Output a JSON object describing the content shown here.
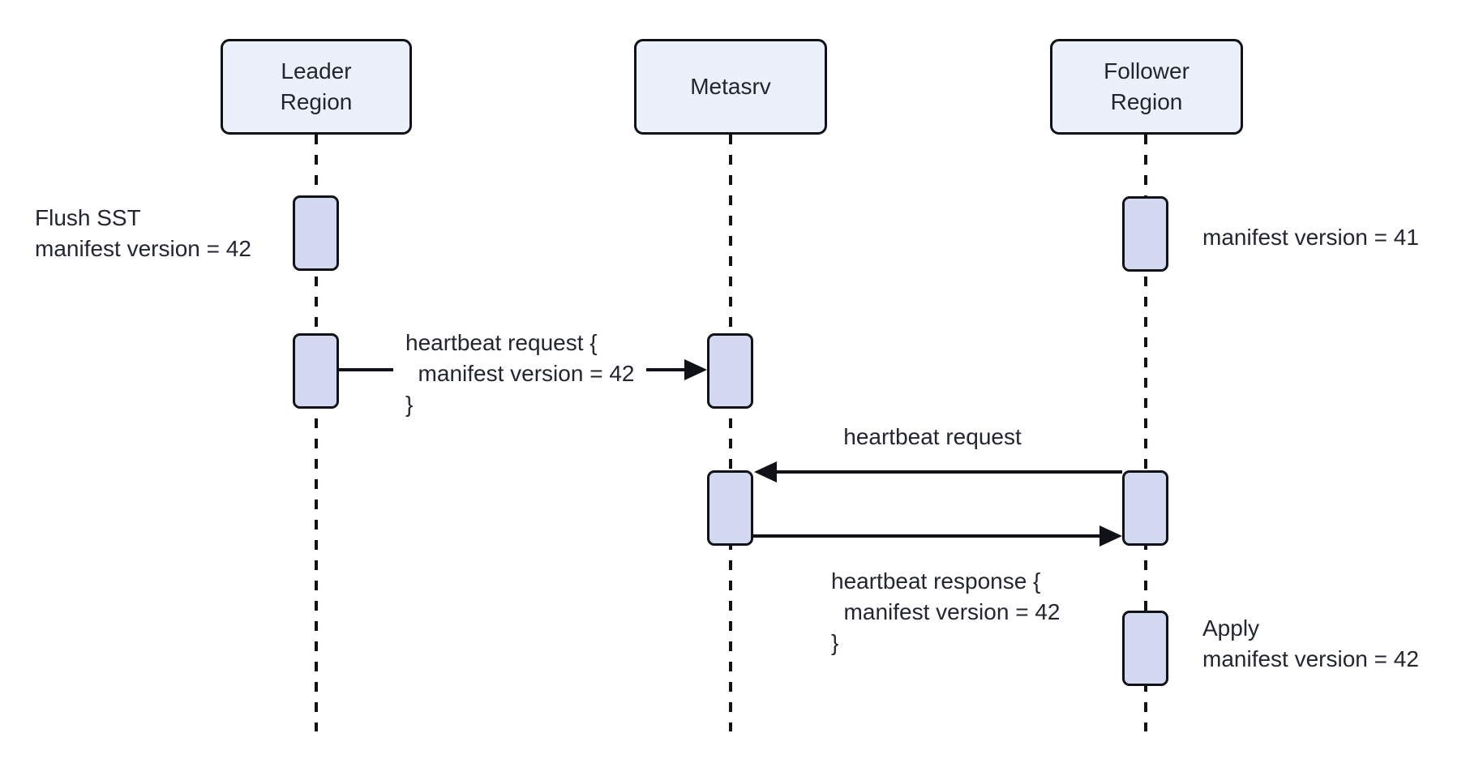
{
  "colors": {
    "background": "#ffffff",
    "stroke": "#101217",
    "text": "#23262e",
    "actor_fill": "#ebf0fa",
    "activation_fill": "#d4d9f2"
  },
  "actors": [
    {
      "label": "Leader\nRegion"
    },
    {
      "label": "Metasrv"
    },
    {
      "label": "Follower\nRegion"
    }
  ],
  "messages": [
    {
      "label": "heartbeat request {\n  manifest version = 42\n}"
    },
    {
      "label": "heartbeat request"
    },
    {
      "label": "heartbeat response {\n  manifest version = 42\n}"
    }
  ],
  "annotations": [
    {
      "label": "Flush SST\nmanifest version = 42"
    },
    {
      "label": "manifest version = 41"
    },
    {
      "label": "Apply\nmanifest version = 42"
    }
  ]
}
